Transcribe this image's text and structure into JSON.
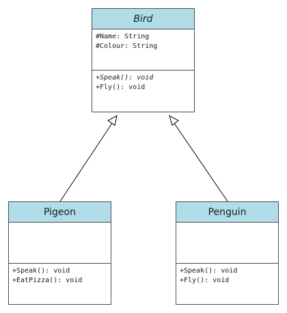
{
  "classes": {
    "bird": {
      "name": "Bird",
      "attributes": [
        "#Name: String",
        "#Colour: String"
      ],
      "methods": [
        "+Speak(): void",
        "+Fly(): void"
      ]
    },
    "pigeon": {
      "name": "Pigeon",
      "attributes": [],
      "methods": [
        "+Speak(): void",
        "+EatPizza(): void"
      ]
    },
    "penguin": {
      "name": "Penguin",
      "attributes": [],
      "methods": [
        "+Speak(): void",
        "+Fly(): void"
      ]
    }
  },
  "relationships": [
    {
      "type": "inheritance",
      "from": "Pigeon",
      "to": "Bird"
    },
    {
      "type": "inheritance",
      "from": "Penguin",
      "to": "Bird"
    }
  ],
  "colors": {
    "header_fill": "#b1dde8",
    "border": "#4a4a4a"
  }
}
